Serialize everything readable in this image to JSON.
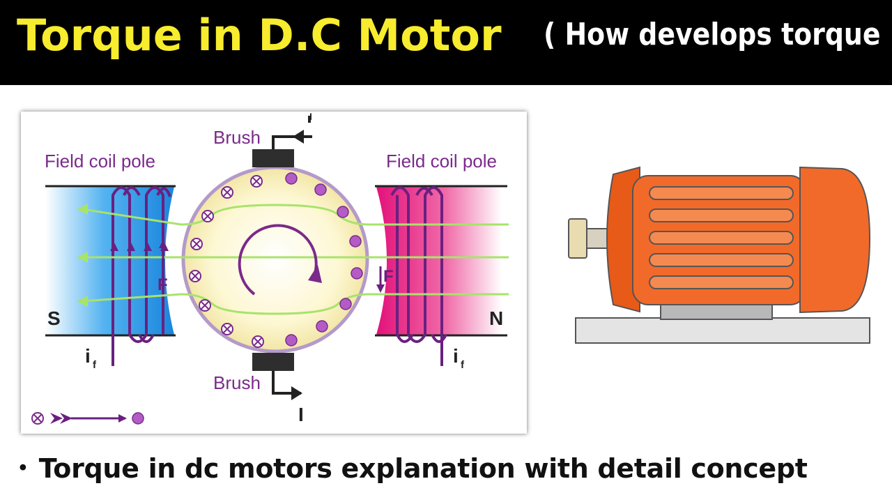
{
  "header": {
    "title": "Torque in D.C Motor",
    "subtitle": "( How develops torque )"
  },
  "diagram": {
    "brush_top": "Brush",
    "brush_bottom": "Brush",
    "field_coil_left": "Field coil pole",
    "field_coil_right": "Field coil pole",
    "pole_south": "S",
    "pole_north": "N",
    "force_left": "F",
    "force_right": "F",
    "current_top": "I",
    "current_bottom": "I",
    "field_current_left": "i",
    "field_current_left_sub": "f",
    "field_current_right": "i",
    "field_current_right_sub": "f"
  },
  "footer": {
    "bullet_text": "Torque in dc motors explanation with detail concept"
  },
  "colors": {
    "title_yellow": "#f7ec2d",
    "purple": "#7a2a8a",
    "south_pole_blue": "#1f8fe0",
    "north_pole_pink": "#e6157e",
    "flux_green": "#a8e36b",
    "motor_orange": "#f26a2a"
  }
}
